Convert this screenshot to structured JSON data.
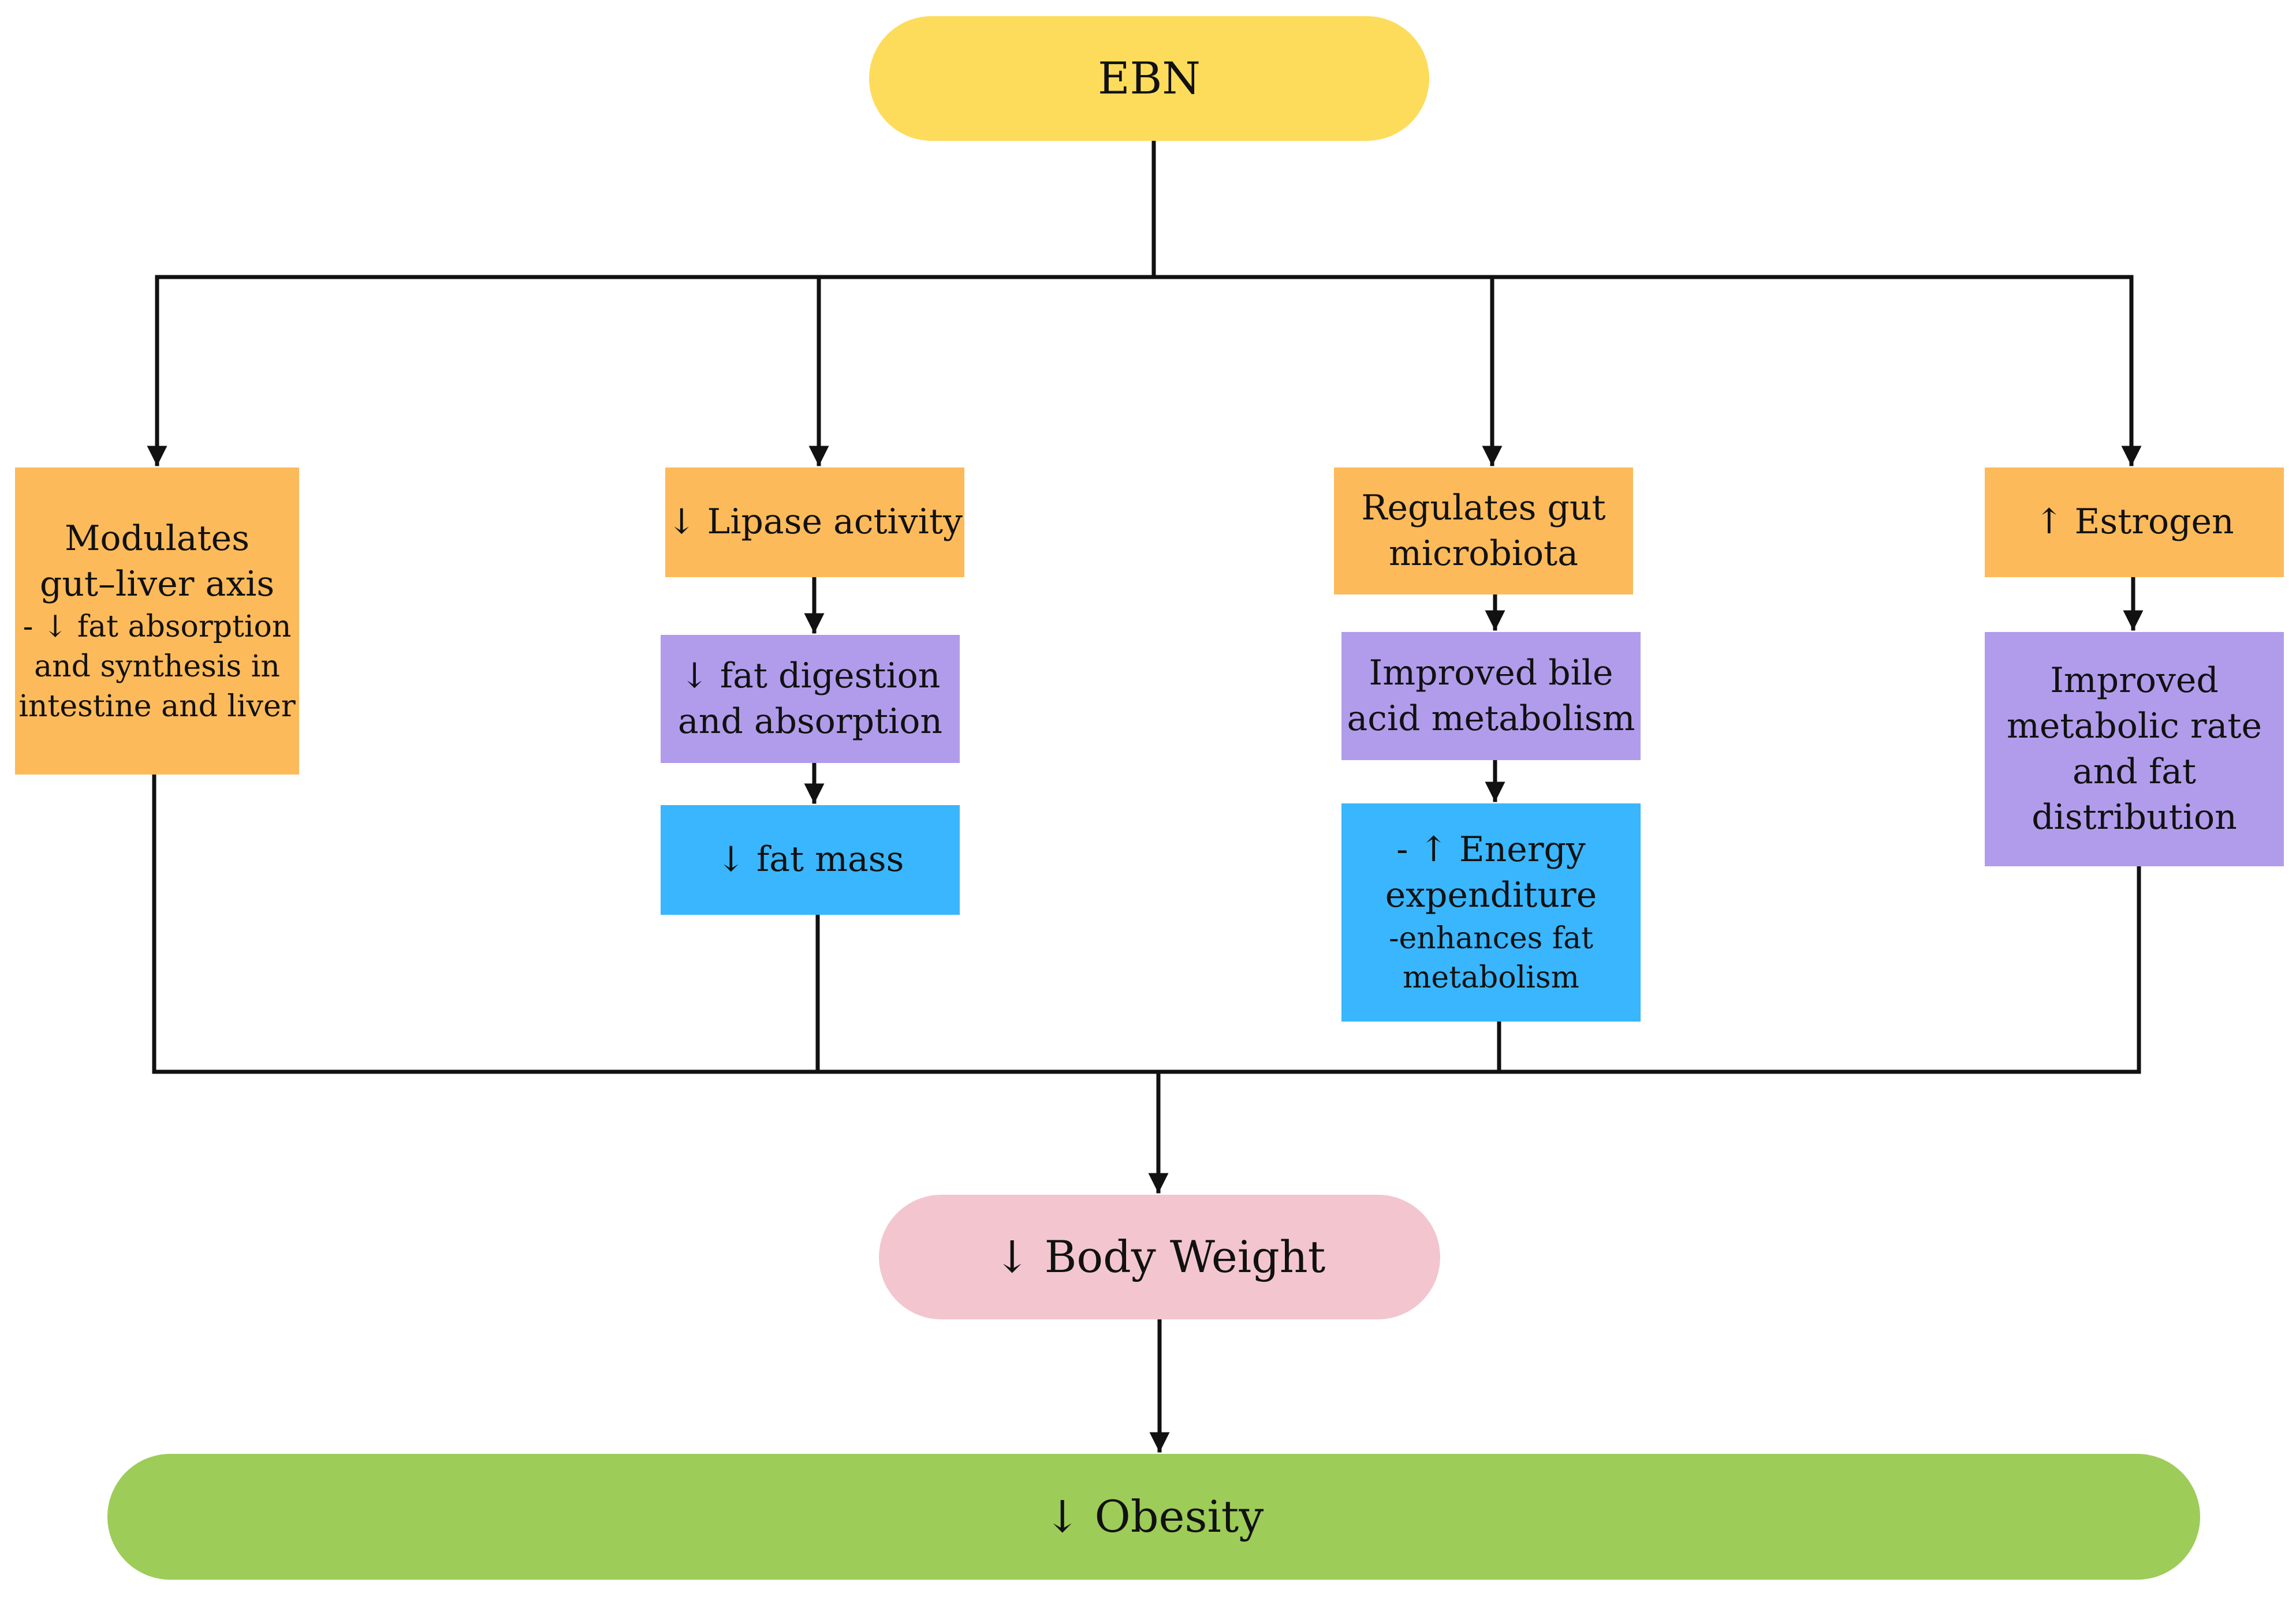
{
  "colors": {
    "top": "#FDDC5C",
    "mechanism": "#FDBA5A",
    "intermediate": "#B19CEB",
    "effect": "#39B6FD",
    "body_weight": "#F3C6CF",
    "obesity": "#9DCC59",
    "line": "#111111"
  },
  "nodes": {
    "ebn": "EBN",
    "gut_liver": {
      "title_lines": [
        "Modulates",
        "gut–liver axis"
      ],
      "detail_lines": [
        "- ↓ fat absorption",
        "and synthesis in",
        "intestine and liver"
      ]
    },
    "lipase": "↓ Lipase activity",
    "fat_digestion": [
      "↓ fat digestion",
      "and absorption"
    ],
    "fat_mass": "↓ fat mass",
    "microbiota": [
      "Regulates gut",
      "microbiota"
    ],
    "bile_acid": [
      "Improved bile",
      "acid metabolism"
    ],
    "energy": {
      "title_lines": [
        "- ↑ Energy",
        "expenditure"
      ],
      "detail_lines": [
        "-enhances fat",
        "metabolism"
      ]
    },
    "estrogen": "↑ Estrogen",
    "metabolic_rate": [
      "Improved",
      "metabolic rate",
      "and fat",
      "distribution"
    ],
    "body_weight": "↓ Body Weight",
    "obesity": "↓ Obesity"
  }
}
